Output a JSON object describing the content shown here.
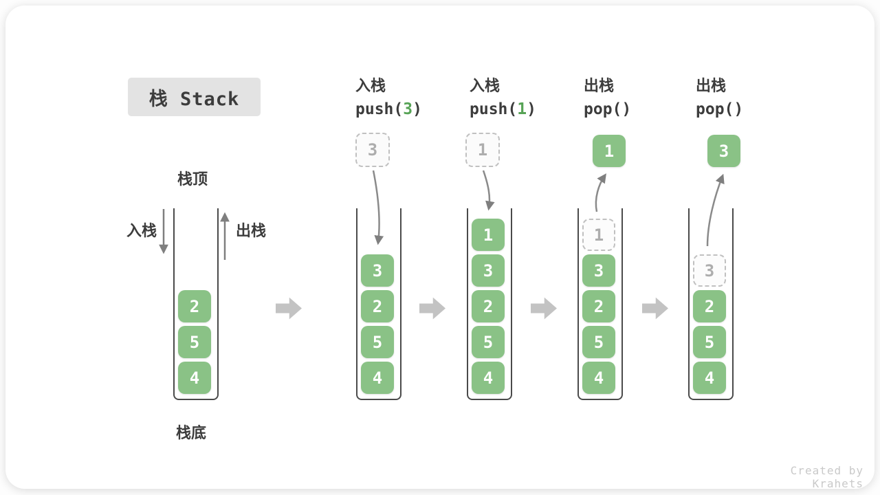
{
  "canvas": {
    "title": "栈 Stack",
    "watermark": "Created by Krahets"
  },
  "side_labels": {
    "stack_top": "栈顶",
    "stack_bottom": "栈底",
    "push": "入栈",
    "pop": "出栈"
  },
  "colors": {
    "cell_green": "#8AC286",
    "code_green": "#57A356",
    "arrow_gray": "#C3C3C3",
    "curve_gray": "#8A8A8A",
    "title_bg": "#E3E3E3",
    "text_dark": "#3C3C3C",
    "ghost_border": "#C0C0C0",
    "ghost_text": "#ADADAD"
  },
  "stages": [
    {
      "name": "initial",
      "cells": [
        "2",
        "5",
        "4"
      ]
    },
    {
      "name": "push-3",
      "header": {
        "cn": "入栈",
        "code_pre": "push(",
        "code_arg": "3",
        "code_post": ")"
      },
      "incoming": {
        "value": "3"
      },
      "cells": [
        "3",
        "2",
        "5",
        "4"
      ]
    },
    {
      "name": "push-1",
      "header": {
        "cn": "入栈",
        "code_pre": "push(",
        "code_arg": "1",
        "code_post": ")"
      },
      "incoming": {
        "value": "1"
      },
      "cells": [
        "1",
        "3",
        "2",
        "5",
        "4"
      ]
    },
    {
      "name": "pop-1",
      "header": {
        "cn": "出栈",
        "code_pre": "pop()",
        "code_arg": "",
        "code_post": ""
      },
      "outgoing": {
        "value": "1"
      },
      "ghost": {
        "value": "1"
      },
      "cells": [
        "3",
        "2",
        "5",
        "4"
      ]
    },
    {
      "name": "pop-3",
      "header": {
        "cn": "出栈",
        "code_pre": "pop()",
        "code_arg": "",
        "code_post": ""
      },
      "outgoing": {
        "value": "3"
      },
      "ghost": {
        "value": "3"
      },
      "cells": [
        "2",
        "5",
        "4"
      ]
    }
  ]
}
